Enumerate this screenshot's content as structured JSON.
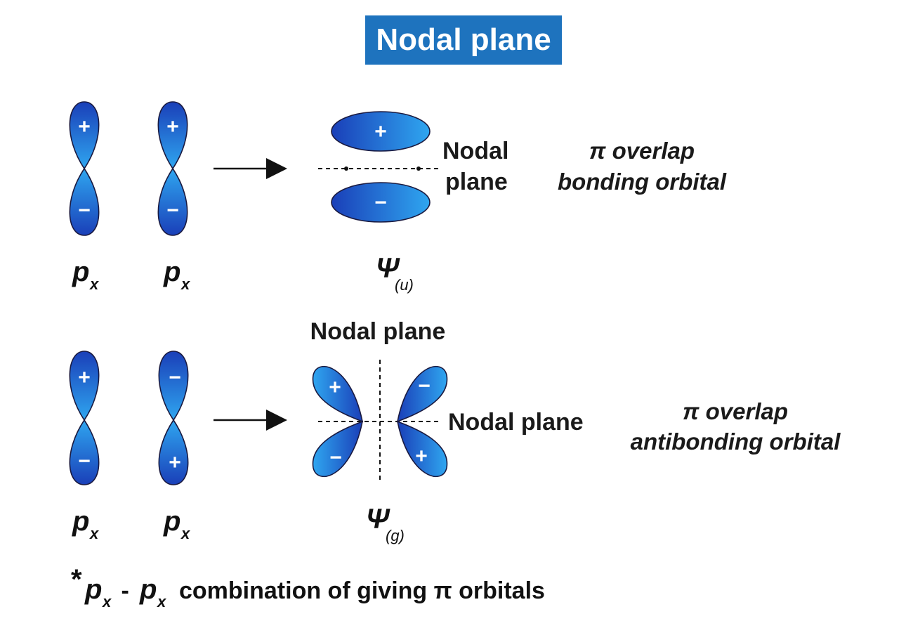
{
  "title": "Nodal plane",
  "signs": {
    "plus": "+",
    "minus": "−"
  },
  "rows": [
    {
      "left_label": "p",
      "left_sub": "x",
      "right_label": "p",
      "right_sub": "x",
      "result_symbol": "Ψ",
      "result_sub": "(u)",
      "nodal_label_line1": "Nodal",
      "nodal_label_line2": "plane",
      "description_line1": "π overlap",
      "description_line2": "bonding orbital"
    },
    {
      "left_label": "p",
      "left_sub": "x",
      "right_label": "p",
      "right_sub": "x",
      "result_symbol": "Ψ",
      "result_sub": "(g)",
      "nodal_label_top": "Nodal plane",
      "nodal_label_side": "Nodal plane",
      "description_line1": "π overlap",
      "description_line2": "antibonding orbital"
    }
  ],
  "footnote": {
    "star": "*",
    "p1": "p",
    "s1": "x",
    "dash": " - ",
    "p2": "p",
    "s2": "x",
    "text": "combination of giving π orbitals"
  },
  "colors": {
    "title_bg": "#1e73be",
    "lobe_light": "#2fa6f0",
    "lobe_dark": "#1a3fb8"
  }
}
